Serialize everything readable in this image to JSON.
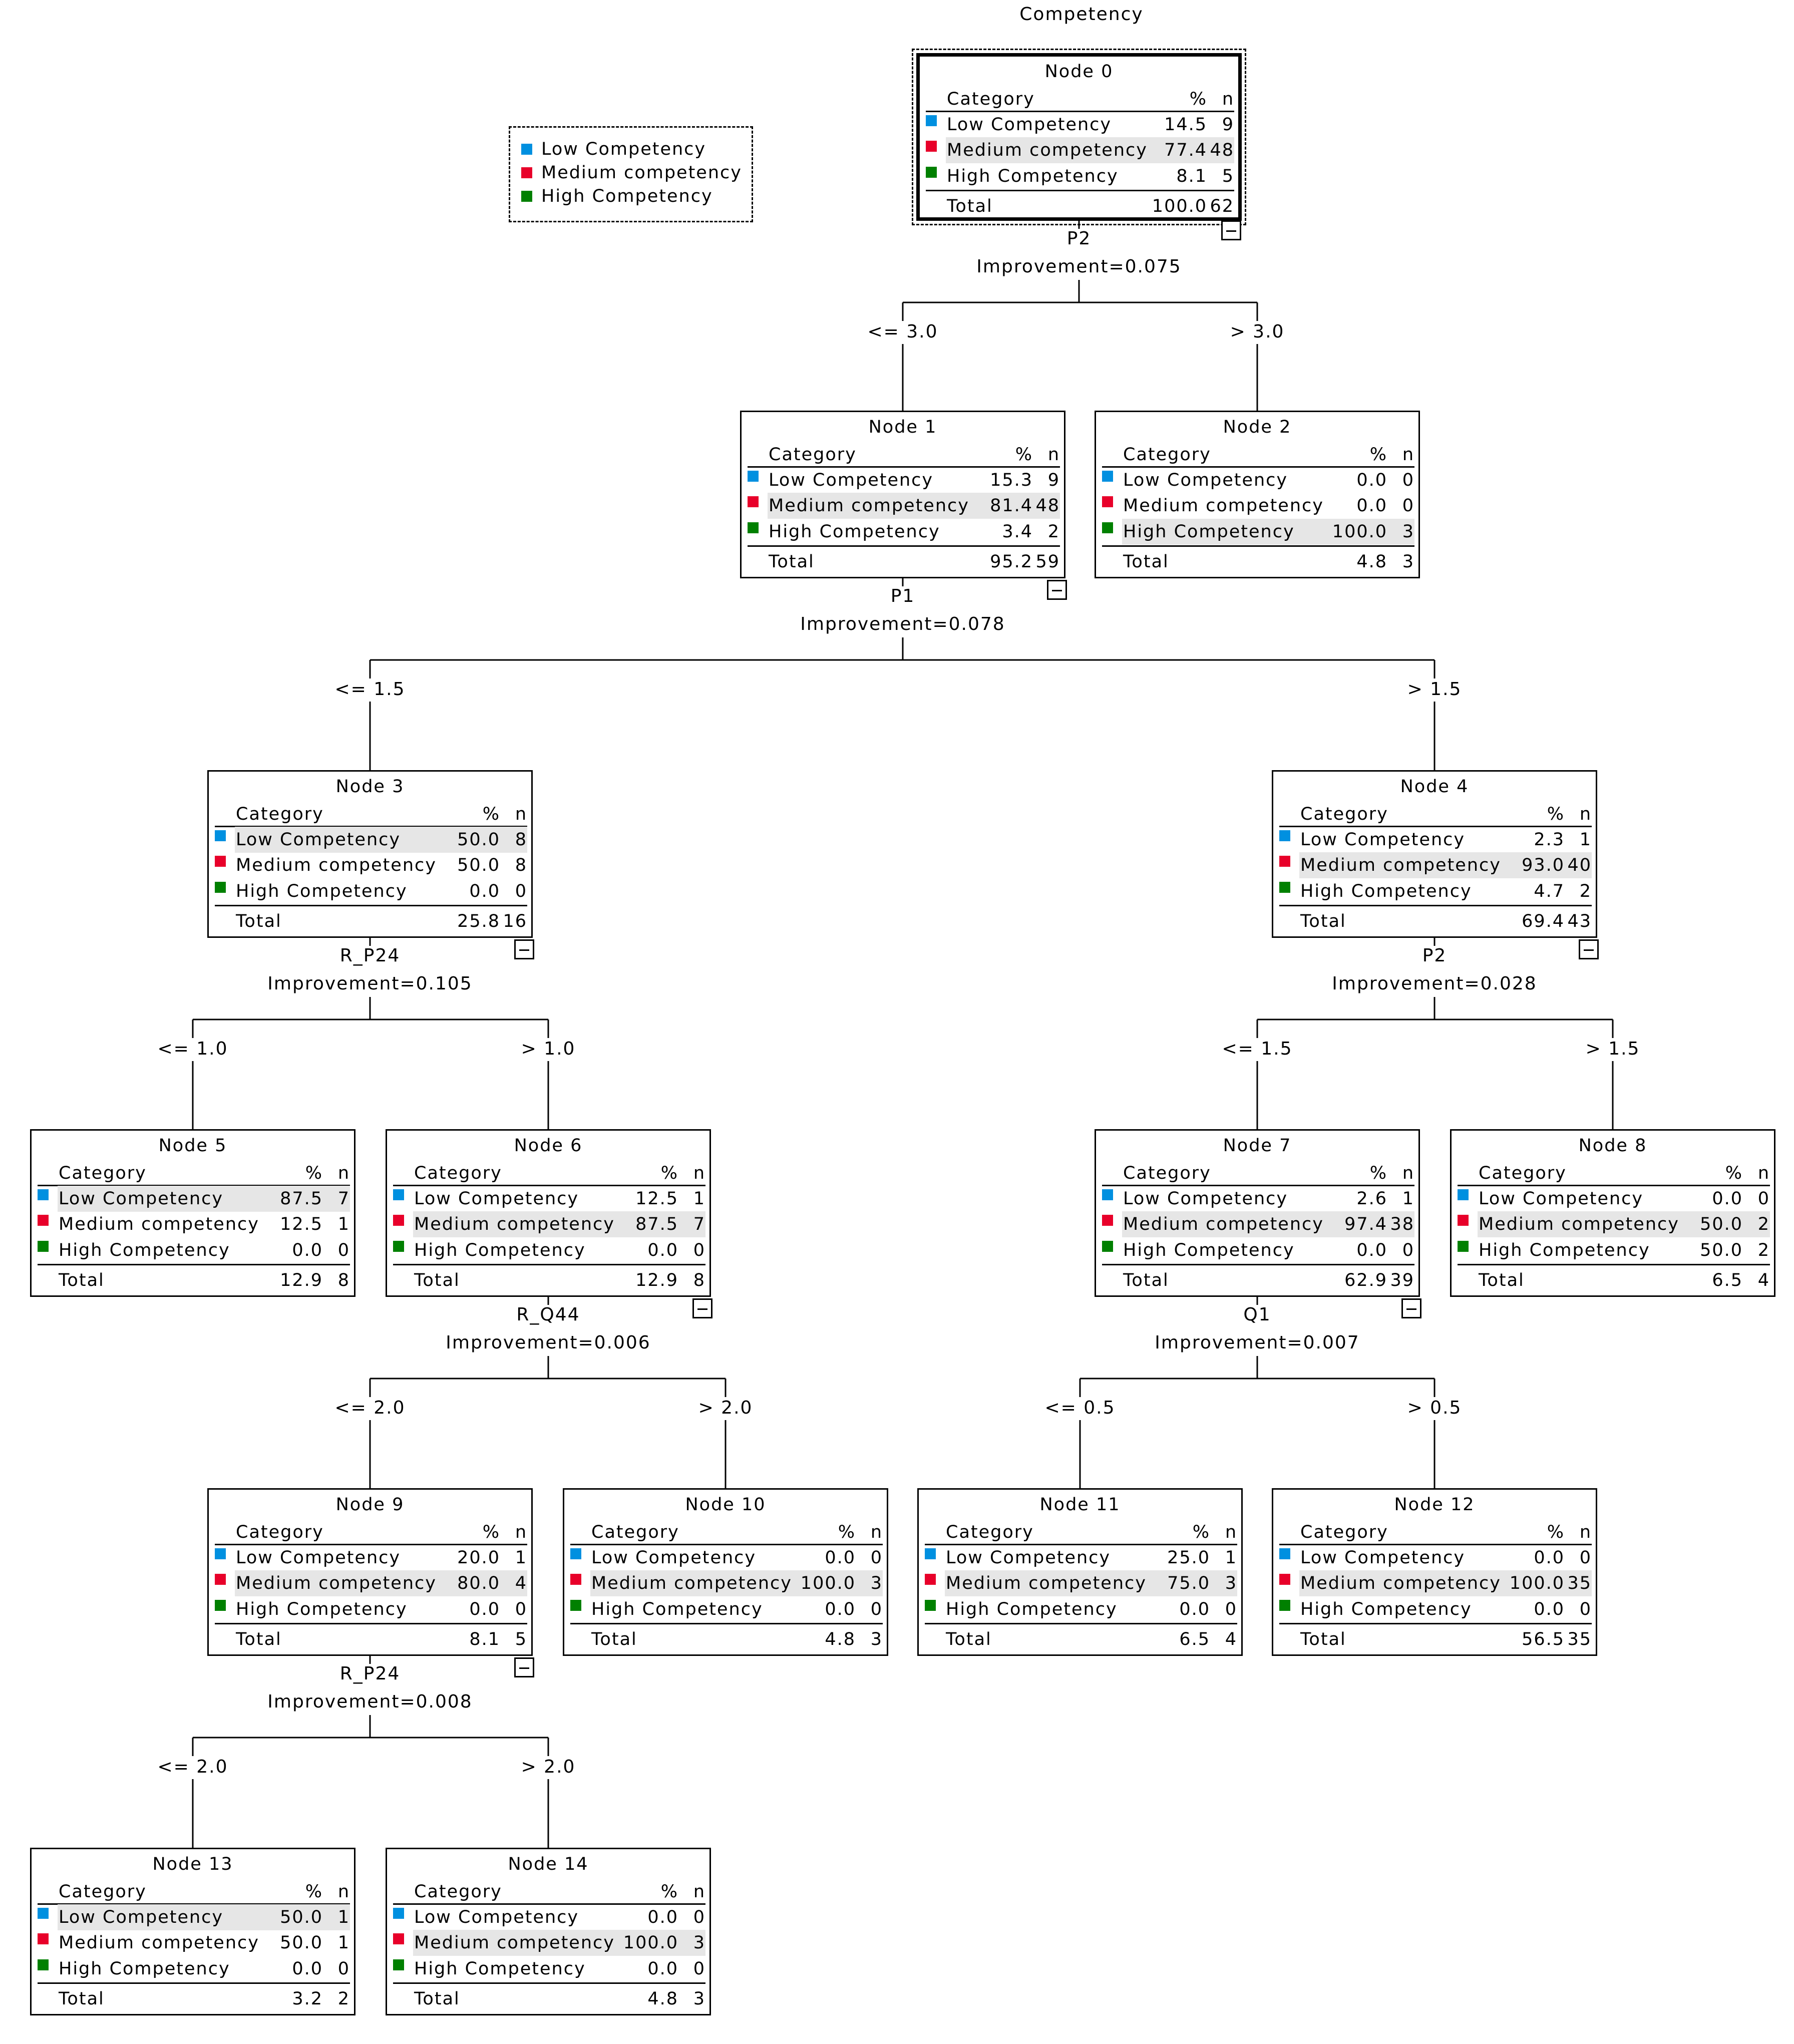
{
  "title": "Competency",
  "legend": [
    {
      "label": "Low Competency",
      "color": "#0090e0"
    },
    {
      "label": "Medium competency",
      "color": "#e8002a"
    },
    {
      "label": "High Competency",
      "color": "#008000"
    }
  ],
  "table_headers": {
    "category": "Category",
    "percent": "%",
    "n": "n"
  },
  "total_label": "Total",
  "nodes": [
    {
      "name": "Node 0",
      "rows": [
        {
          "label": "Low Competency",
          "pct": "14.5",
          "n": "9"
        },
        {
          "label": "Medium competency",
          "pct": "77.4",
          "n": "48"
        },
        {
          "label": "High Competency",
          "pct": "8.1",
          "n": "5"
        }
      ],
      "total_pct": "100.0",
      "total_n": "62",
      "highlight": 1
    },
    {
      "name": "Node 1",
      "rows": [
        {
          "label": "Low Competency",
          "pct": "15.3",
          "n": "9"
        },
        {
          "label": "Medium competency",
          "pct": "81.4",
          "n": "48"
        },
        {
          "label": "High Competency",
          "pct": "3.4",
          "n": "2"
        }
      ],
      "total_pct": "95.2",
      "total_n": "59",
      "highlight": 1
    },
    {
      "name": "Node 2",
      "rows": [
        {
          "label": "Low Competency",
          "pct": "0.0",
          "n": "0"
        },
        {
          "label": "Medium competency",
          "pct": "0.0",
          "n": "0"
        },
        {
          "label": "High Competency",
          "pct": "100.0",
          "n": "3"
        }
      ],
      "total_pct": "4.8",
      "total_n": "3",
      "highlight": 2
    },
    {
      "name": "Node 3",
      "rows": [
        {
          "label": "Low Competency",
          "pct": "50.0",
          "n": "8"
        },
        {
          "label": "Medium competency",
          "pct": "50.0",
          "n": "8"
        },
        {
          "label": "High Competency",
          "pct": "0.0",
          "n": "0"
        }
      ],
      "total_pct": "25.8",
      "total_n": "16",
      "highlight": 0
    },
    {
      "name": "Node 4",
      "rows": [
        {
          "label": "Low Competency",
          "pct": "2.3",
          "n": "1"
        },
        {
          "label": "Medium competency",
          "pct": "93.0",
          "n": "40"
        },
        {
          "label": "High Competency",
          "pct": "4.7",
          "n": "2"
        }
      ],
      "total_pct": "69.4",
      "total_n": "43",
      "highlight": 1
    },
    {
      "name": "Node 5",
      "rows": [
        {
          "label": "Low Competency",
          "pct": "87.5",
          "n": "7"
        },
        {
          "label": "Medium competency",
          "pct": "12.5",
          "n": "1"
        },
        {
          "label": "High Competency",
          "pct": "0.0",
          "n": "0"
        }
      ],
      "total_pct": "12.9",
      "total_n": "8",
      "highlight": 0
    },
    {
      "name": "Node 6",
      "rows": [
        {
          "label": "Low Competency",
          "pct": "12.5",
          "n": "1"
        },
        {
          "label": "Medium competency",
          "pct": "87.5",
          "n": "7"
        },
        {
          "label": "High Competency",
          "pct": "0.0",
          "n": "0"
        }
      ],
      "total_pct": "12.9",
      "total_n": "8",
      "highlight": 1
    },
    {
      "name": "Node 7",
      "rows": [
        {
          "label": "Low Competency",
          "pct": "2.6",
          "n": "1"
        },
        {
          "label": "Medium competency",
          "pct": "97.4",
          "n": "38"
        },
        {
          "label": "High Competency",
          "pct": "0.0",
          "n": "0"
        }
      ],
      "total_pct": "62.9",
      "total_n": "39",
      "highlight": 1
    },
    {
      "name": "Node 8",
      "rows": [
        {
          "label": "Low Competency",
          "pct": "0.0",
          "n": "0"
        },
        {
          "label": "Medium competency",
          "pct": "50.0",
          "n": "2"
        },
        {
          "label": "High Competency",
          "pct": "50.0",
          "n": "2"
        }
      ],
      "total_pct": "6.5",
      "total_n": "4",
      "highlight": 1
    },
    {
      "name": "Node 9",
      "rows": [
        {
          "label": "Low Competency",
          "pct": "20.0",
          "n": "1"
        },
        {
          "label": "Medium competency",
          "pct": "80.0",
          "n": "4"
        },
        {
          "label": "High Competency",
          "pct": "0.0",
          "n": "0"
        }
      ],
      "total_pct": "8.1",
      "total_n": "5",
      "highlight": 1
    },
    {
      "name": "Node 10",
      "rows": [
        {
          "label": "Low Competency",
          "pct": "0.0",
          "n": "0"
        },
        {
          "label": "Medium competency",
          "pct": "100.0",
          "n": "3"
        },
        {
          "label": "High Competency",
          "pct": "0.0",
          "n": "0"
        }
      ],
      "total_pct": "4.8",
      "total_n": "3",
      "highlight": 1
    },
    {
      "name": "Node 11",
      "rows": [
        {
          "label": "Low Competency",
          "pct": "25.0",
          "n": "1"
        },
        {
          "label": "Medium competency",
          "pct": "75.0",
          "n": "3"
        },
        {
          "label": "High Competency",
          "pct": "0.0",
          "n": "0"
        }
      ],
      "total_pct": "6.5",
      "total_n": "4",
      "highlight": 1
    },
    {
      "name": "Node 12",
      "rows": [
        {
          "label": "Low Competency",
          "pct": "0.0",
          "n": "0"
        },
        {
          "label": "Medium competency",
          "pct": "100.0",
          "n": "35"
        },
        {
          "label": "High Competency",
          "pct": "0.0",
          "n": "0"
        }
      ],
      "total_pct": "56.5",
      "total_n": "35",
      "highlight": 1
    },
    {
      "name": "Node 13",
      "rows": [
        {
          "label": "Low Competency",
          "pct": "50.0",
          "n": "1"
        },
        {
          "label": "Medium competency",
          "pct": "50.0",
          "n": "1"
        },
        {
          "label": "High Competency",
          "pct": "0.0",
          "n": "0"
        }
      ],
      "total_pct": "3.2",
      "total_n": "2",
      "highlight": 0
    },
    {
      "name": "Node 14",
      "rows": [
        {
          "label": "Low Competency",
          "pct": "0.0",
          "n": "0"
        },
        {
          "label": "Medium competency",
          "pct": "100.0",
          "n": "3"
        },
        {
          "label": "High Competency",
          "pct": "0.0",
          "n": "0"
        }
      ],
      "total_pct": "4.8",
      "total_n": "3",
      "highlight": 1
    }
  ],
  "splits": [
    {
      "variable": "P2",
      "improvement": "Improvement=0.075",
      "left": "<= 3.0",
      "right": "> 3.0"
    },
    {
      "variable": "P1",
      "improvement": "Improvement=0.078",
      "left": "<= 1.5",
      "right": "> 1.5"
    },
    {
      "variable": "R_P24",
      "improvement": "Improvement=0.105",
      "left": "<= 1.0",
      "right": "> 1.0"
    },
    {
      "variable": "P2",
      "improvement": "Improvement=0.028",
      "left": "<= 1.5",
      "right": "> 1.5"
    },
    {
      "variable": "R_Q44",
      "improvement": "Improvement=0.006",
      "left": "<= 2.0",
      "right": "> 2.0"
    },
    {
      "variable": "Q1",
      "improvement": "Improvement=0.007",
      "left": "<= 0.5",
      "right": "> 0.5"
    },
    {
      "variable": "R_P24",
      "improvement": "Improvement=0.008",
      "left": "<= 2.0",
      "right": "> 2.0"
    }
  ]
}
